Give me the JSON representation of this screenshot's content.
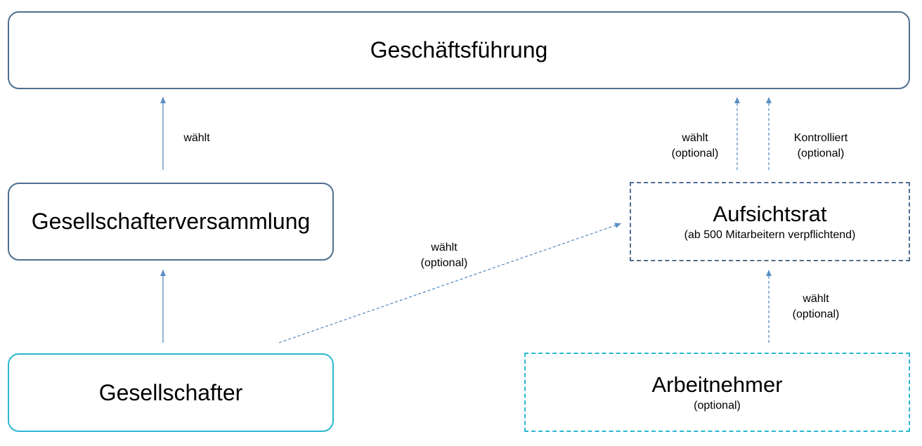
{
  "colors": {
    "box_border": "#4e6f8f",
    "box_border_accent": "#2bb7d0",
    "arrow": "#5b8fc4"
  },
  "boxes": {
    "geschaeftsfuehrung": {
      "title": "Geschäftsführung"
    },
    "gesellschafterversammlung": {
      "title": "Gesellschafterversammlung"
    },
    "gesellschafter": {
      "title": "Gesellschafter"
    },
    "aufsichtsrat": {
      "title": "Aufsichtsrat",
      "subtitle": "(ab 500 Mitarbeitern verpflichtend)"
    },
    "arbeitnehmer": {
      "title": "Arbeitnehmer",
      "subtitle": "(optional)"
    }
  },
  "edges": {
    "gv_to_gf": {
      "line1": "wählt"
    },
    "ar_to_gf": {
      "line1": "wählt",
      "line2": "(optional)"
    },
    "ar_controls_gf": {
      "line1": "Kontrolliert",
      "line2": "(optional)"
    },
    "gs_to_ar": {
      "line1": "wählt",
      "line2": "(optional)"
    },
    "an_to_ar": {
      "line1": "wählt",
      "line2": "(optional)"
    }
  }
}
